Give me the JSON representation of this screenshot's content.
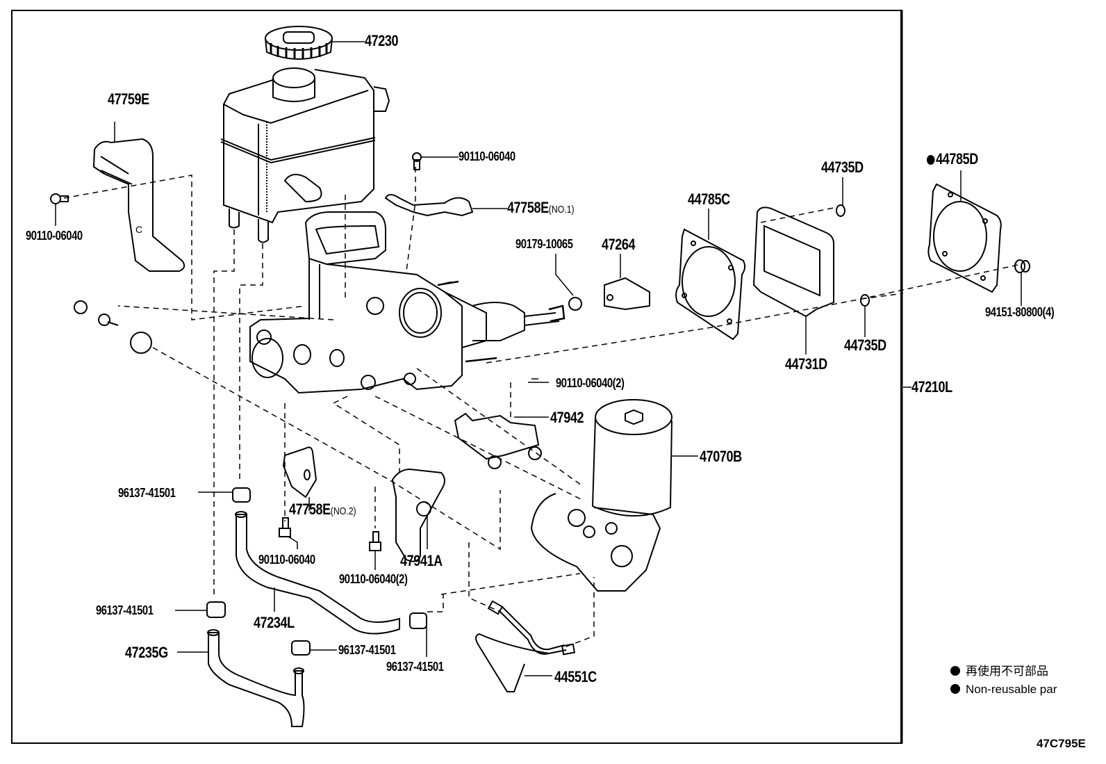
{
  "diagram": {
    "title_code": "47C795E",
    "assembly_label": "47210L",
    "labels": [
      {
        "id": "47230",
        "text": "47230"
      },
      {
        "id": "47759E",
        "text": "47759E"
      },
      {
        "id": "90110-06040-a",
        "text": "90110-06040"
      },
      {
        "id": "90110-06040-b",
        "text": "90110-06040"
      },
      {
        "id": "47758E-no1",
        "text": "47758E",
        "suffix": "(NO.1)"
      },
      {
        "id": "90179-10065",
        "text": "90179-10065"
      },
      {
        "id": "47264",
        "text": "47264"
      },
      {
        "id": "44785C",
        "text": "44785C"
      },
      {
        "id": "44735D-top",
        "text": "44735D"
      },
      {
        "id": "44785D",
        "text": "44785D",
        "non_reusable": true
      },
      {
        "id": "94151-80800",
        "text": "94151-80800(4)"
      },
      {
        "id": "44735D-bottom",
        "text": "44735D"
      },
      {
        "id": "44731D",
        "text": "44731D"
      },
      {
        "id": "90110-06040-2a",
        "text": "90110-06040(2)"
      },
      {
        "id": "47942",
        "text": "47942"
      },
      {
        "id": "47070B",
        "text": "47070B"
      },
      {
        "id": "96137-41501-a",
        "text": "96137-41501"
      },
      {
        "id": "47758E-no2",
        "text": "47758E",
        "suffix": "(NO.2)"
      },
      {
        "id": "90110-06040-c",
        "text": "90110-06040"
      },
      {
        "id": "90110-06040-2b",
        "text": "90110-06040(2)"
      },
      {
        "id": "47941A",
        "text": "47941A"
      },
      {
        "id": "96137-41501-b",
        "text": "96137-41501"
      },
      {
        "id": "47234L",
        "text": "47234L"
      },
      {
        "id": "47235G",
        "text": "47235G"
      },
      {
        "id": "96137-41501-c",
        "text": "96137-41501"
      },
      {
        "id": "96137-41501-d",
        "text": "96137-41501"
      },
      {
        "id": "44551C",
        "text": "44551C"
      }
    ]
  },
  "legend": {
    "items": [
      {
        "icon": "filled-circle-icon",
        "text": "再使用不可部品"
      },
      {
        "icon": "filled-circle-icon",
        "text": "Non-reusable par"
      }
    ]
  }
}
